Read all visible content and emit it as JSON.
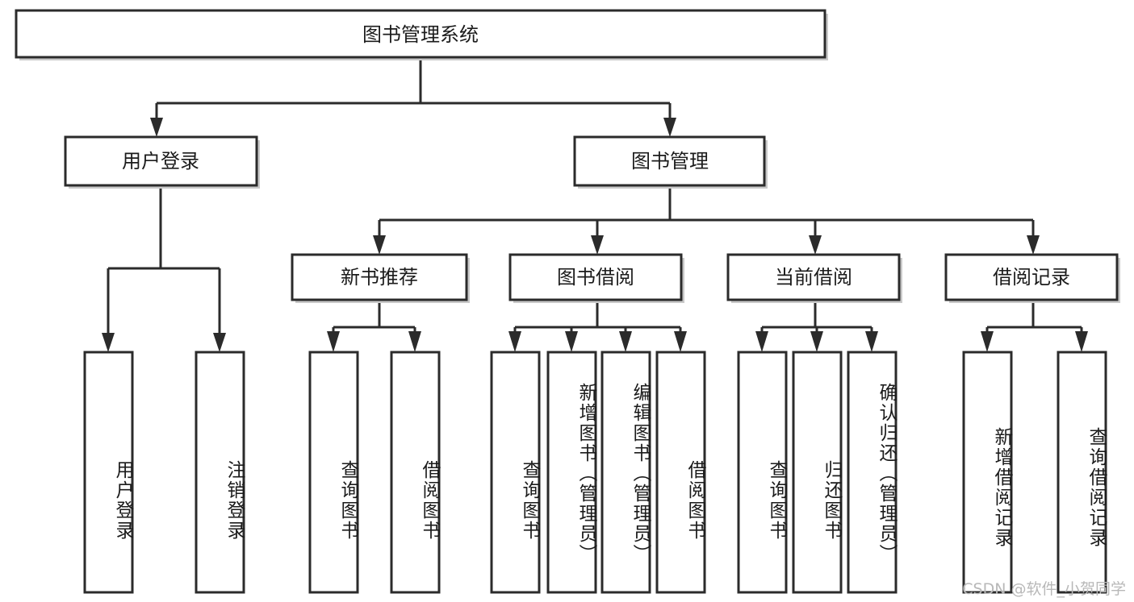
{
  "diagram": {
    "title": "图书管理系统",
    "type": "tree",
    "root": {
      "id": "root",
      "label": "图书管理系统"
    },
    "level1": [
      {
        "id": "user-login",
        "label": "用户登录"
      },
      {
        "id": "book-management",
        "label": "图书管理"
      }
    ],
    "level2": [
      {
        "id": "new-book-recommend",
        "label": "新书推荐",
        "parent": "book-management"
      },
      {
        "id": "book-borrow",
        "label": "图书借阅",
        "parent": "book-management"
      },
      {
        "id": "current-borrow",
        "label": "当前借阅",
        "parent": "book-management"
      },
      {
        "id": "borrow-record",
        "label": "借阅记录",
        "parent": "book-management"
      }
    ],
    "leaves": [
      {
        "id": "leaf-user-login",
        "label": "用户登录",
        "parent": "user-login"
      },
      {
        "id": "leaf-logout-login",
        "label": "注销登录",
        "parent": "user-login"
      },
      {
        "id": "leaf-query-book-1",
        "label": "查询图书",
        "parent": "new-book-recommend"
      },
      {
        "id": "leaf-borrow-book-1",
        "label": "借阅图书",
        "parent": "new-book-recommend"
      },
      {
        "id": "leaf-query-book-2",
        "label": "查询图书",
        "parent": "book-borrow"
      },
      {
        "id": "leaf-add-book-admin",
        "label": "新增图书（管理员）",
        "parent": "book-borrow"
      },
      {
        "id": "leaf-edit-book-admin",
        "label": "编辑图书（管理员）",
        "parent": "book-borrow"
      },
      {
        "id": "leaf-borrow-book-2",
        "label": "借阅图书",
        "parent": "book-borrow"
      },
      {
        "id": "leaf-query-book-3",
        "label": "查询图书",
        "parent": "current-borrow"
      },
      {
        "id": "leaf-return-book",
        "label": "归还图书",
        "parent": "current-borrow"
      },
      {
        "id": "leaf-confirm-return-admin",
        "label": "确认归还（管理员）",
        "parent": "current-borrow"
      },
      {
        "id": "leaf-add-borrow-record",
        "label": "新增借阅记录",
        "parent": "borrow-record"
      },
      {
        "id": "leaf-query-borrow-record",
        "label": "查询借阅记录",
        "parent": "borrow-record"
      }
    ]
  },
  "watermark": {
    "text": "CSDN @软件_小贺同学"
  },
  "colors": {
    "stroke": "#2b2b2b",
    "fill": "#ffffff",
    "text": "#1b1b1b",
    "watermark": "#b8b8b8",
    "shadow": "#c9c9c9"
  }
}
